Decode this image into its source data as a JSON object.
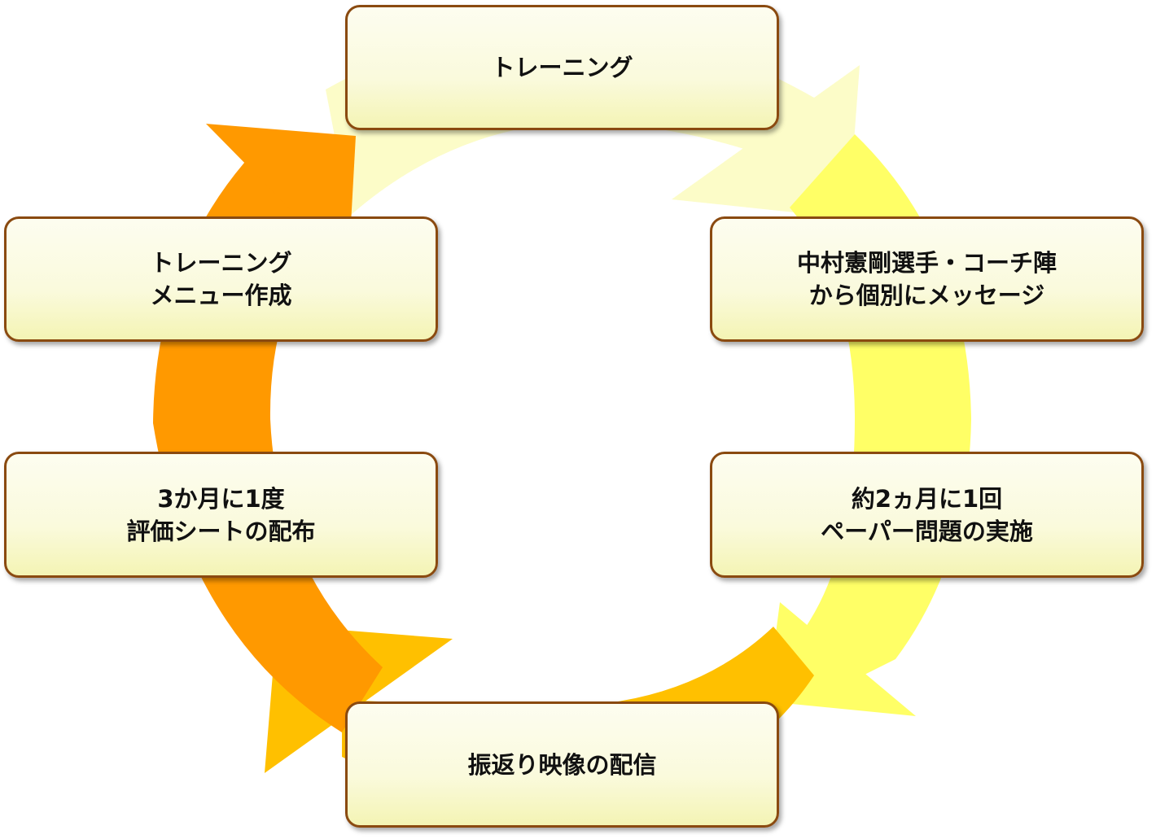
{
  "diagram": {
    "type": "cycle",
    "steps": [
      {
        "id": "training",
        "lines": [
          "トレーニング"
        ]
      },
      {
        "id": "message",
        "lines": [
          "中村憲剛選手・コーチ陣",
          "から個別にメッセージ"
        ]
      },
      {
        "id": "paper-test",
        "lines": [
          "約2ヵ月に1回",
          "ペーパー問題の実施"
        ]
      },
      {
        "id": "video",
        "lines": [
          "振返り映像の配信"
        ]
      },
      {
        "id": "evaluation",
        "lines": [
          "3か月に1度",
          "評価シートの配布"
        ]
      },
      {
        "id": "menu",
        "lines": [
          "トレーニング",
          "メニュー作成"
        ]
      }
    ],
    "colors": {
      "arrow_pale": "#fcfcc8",
      "arrow_yellow": "#ffff66",
      "arrow_gold": "#ffc000",
      "arrow_orange": "#ff9900",
      "box_border": "#8a4a10",
      "box_fill": "#fafadc",
      "text": "#111111"
    }
  }
}
